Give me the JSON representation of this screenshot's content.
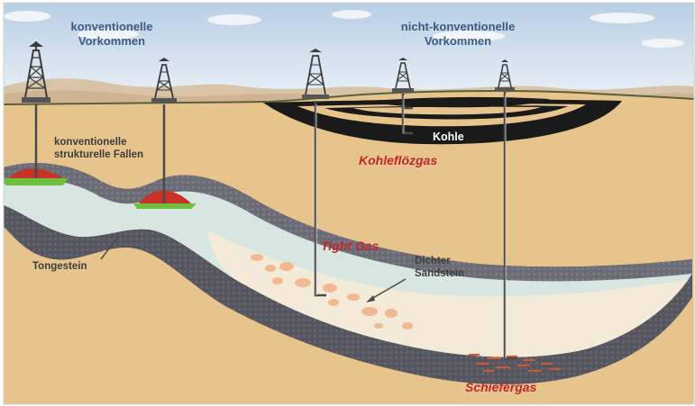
{
  "labels": {
    "conventional": "konventionelle\nVorkommen",
    "nonconventional": "nicht-konventionelle\nVorkommen",
    "structural_traps": "konventionelle\nstrukturelle Fallen",
    "claystone": "Tongestein",
    "coal": "Kohle",
    "coalbed_gas": "Kohleflözgas",
    "tight_gas": "Tight Gas",
    "dense_sandstone": "Dichter\nSandstein",
    "shale_gas": "Schiefergas"
  },
  "colors": {
    "sky_top": "#b7cfe4",
    "sky_bottom": "#eef3f7",
    "sand": "#e6c48c",
    "claystone": "#5a5a66",
    "reservoir": "#d8e6e2",
    "sandstone": "#f3ead7",
    "coal": "#1a1a1a",
    "gas_cap": "#c83226",
    "water": "#6fbf3f",
    "rig": "#3c3c3c",
    "label_blue": "#3d5a80",
    "label_red": "#c0272d"
  },
  "icons": [
    "derrick-icon"
  ]
}
